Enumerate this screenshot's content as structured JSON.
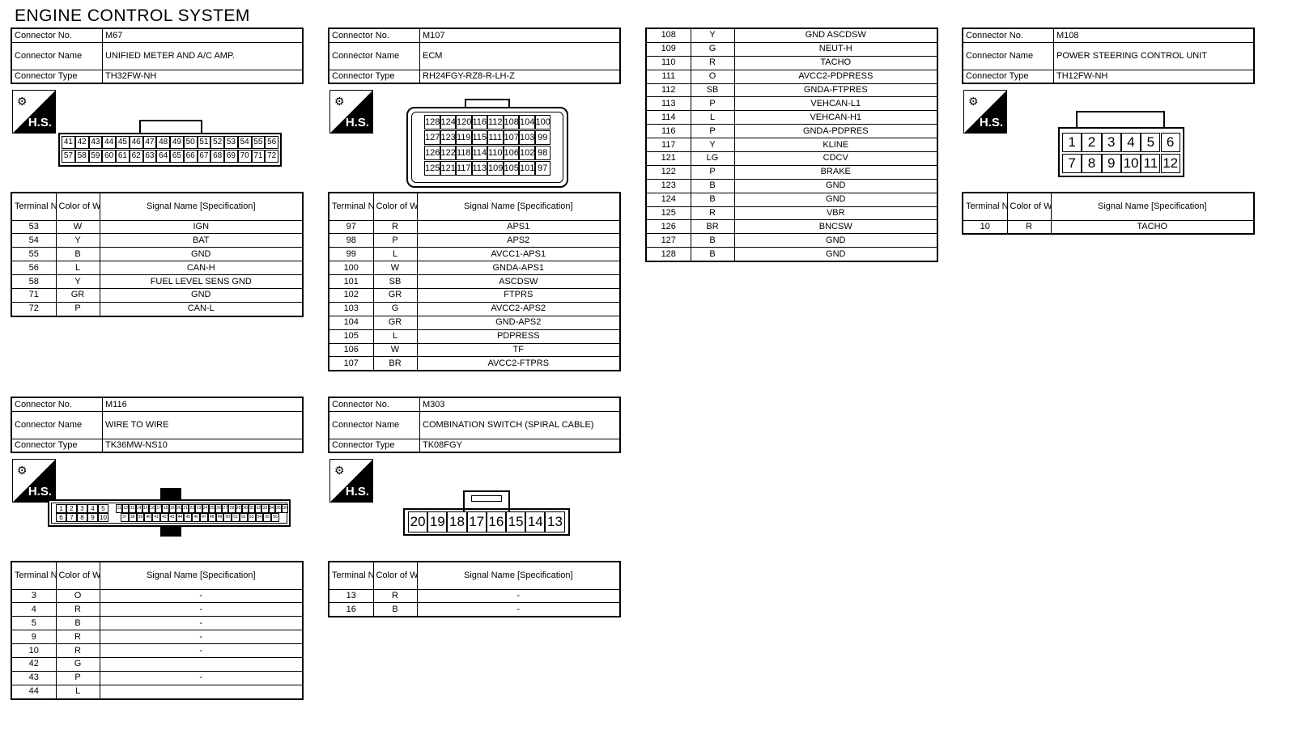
{
  "title": "ENGINE CONTROL SYSTEM",
  "labels": {
    "connector_no": "Connector No.",
    "connector_name": "Connector Name",
    "connector_type": "Connector Type",
    "terminal_no": "Terminal No.",
    "color_of_wire": "Color of Wire",
    "signal_name": "Signal Name [Specification]",
    "hs": "H.S."
  },
  "m67": {
    "no": "M67",
    "name": "UNIFIED METER AND A/C AMP.",
    "type": "TH32FW-NH",
    "pins_top": [
      "41",
      "42",
      "43",
      "44",
      "45",
      "46",
      "47",
      "48",
      "49",
      "50",
      "51",
      "52",
      "53",
      "54",
      "55",
      "56"
    ],
    "pins_bottom": [
      "57",
      "58",
      "59",
      "60",
      "61",
      "62",
      "63",
      "64",
      "65",
      "66",
      "67",
      "68",
      "69",
      "70",
      "71",
      "72"
    ],
    "rows": [
      [
        "53",
        "W",
        "IGN"
      ],
      [
        "54",
        "Y",
        "BAT"
      ],
      [
        "55",
        "B",
        "GND"
      ],
      [
        "56",
        "L",
        "CAN-H"
      ],
      [
        "58",
        "Y",
        "FUEL LEVEL SENS GND"
      ],
      [
        "71",
        "GR",
        "GND"
      ],
      [
        "72",
        "P",
        "CAN-L"
      ]
    ]
  },
  "m107": {
    "no": "M107",
    "name": "ECM",
    "type": "RH24FGY-RZ8-R-LH-Z",
    "pins": [
      [
        "128",
        "124",
        "120",
        "116",
        "112",
        "108",
        "104",
        "100"
      ],
      [
        "127",
        "123",
        "119",
        "115",
        "111",
        "107",
        "103",
        "99"
      ],
      [
        "126",
        "122",
        "118",
        "114",
        "110",
        "106",
        "102",
        "98"
      ],
      [
        "125",
        "121",
        "117",
        "113",
        "109",
        "105",
        "101",
        "97"
      ]
    ],
    "rows": [
      [
        "97",
        "R",
        "APS1"
      ],
      [
        "98",
        "P",
        "APS2"
      ],
      [
        "99",
        "L",
        "AVCC1-APS1"
      ],
      [
        "100",
        "W",
        "GNDA-APS1"
      ],
      [
        "101",
        "SB",
        "ASCDSW"
      ],
      [
        "102",
        "GR",
        "FTPRS"
      ],
      [
        "103",
        "G",
        "AVCC2-APS2"
      ],
      [
        "104",
        "GR",
        "GND-APS2"
      ],
      [
        "105",
        "L",
        "PDPRESS"
      ],
      [
        "106",
        "W",
        "TF"
      ],
      [
        "107",
        "BR",
        "AVCC2-FTPRS"
      ]
    ],
    "rows_cont": [
      [
        "108",
        "Y",
        "GND ASCDSW"
      ],
      [
        "109",
        "G",
        "NEUT-H"
      ],
      [
        "110",
        "R",
        "TACHO"
      ],
      [
        "111",
        "O",
        "AVCC2-PDPRESS"
      ],
      [
        "112",
        "SB",
        "GNDA-FTPRES"
      ],
      [
        "113",
        "P",
        "VEHCAN-L1"
      ],
      [
        "114",
        "L",
        "VEHCAN-H1"
      ],
      [
        "116",
        "P",
        "GNDA-PDPRES"
      ],
      [
        "117",
        "Y",
        "KLINE"
      ],
      [
        "121",
        "LG",
        "CDCV"
      ],
      [
        "122",
        "P",
        "BRAKE"
      ],
      [
        "123",
        "B",
        "GND"
      ],
      [
        "124",
        "B",
        "GND"
      ],
      [
        "125",
        "R",
        "VBR"
      ],
      [
        "126",
        "BR",
        "BNCSW"
      ],
      [
        "127",
        "B",
        "GND"
      ],
      [
        "128",
        "B",
        "GND"
      ]
    ]
  },
  "m108": {
    "no": "M108",
    "name": "POWER STEERING CONTROL UNIT",
    "type": "TH12FW-NH",
    "pins_top": [
      "1",
      "2",
      "3",
      "4",
      "5",
      "6"
    ],
    "pins_bottom": [
      "7",
      "8",
      "9",
      "10",
      "11",
      "12"
    ],
    "rows": [
      [
        "10",
        "R",
        "TACHO"
      ]
    ]
  },
  "m116": {
    "no": "M116",
    "name": "WIRE TO WIRE",
    "type": "TK36MW-NS10",
    "pins_top_left": [
      "1",
      "2",
      "3",
      "4",
      "5"
    ],
    "pins_bottom_left": [
      "6",
      "7",
      "8",
      "9",
      "10"
    ],
    "pins_top_right": [
      "11",
      "12",
      "13",
      "14",
      "15",
      "16",
      "17",
      "18",
      "19",
      "20",
      "21",
      "22",
      "23",
      "24",
      "25",
      "26",
      "27",
      "28",
      "29",
      "30",
      "31",
      "32",
      "33",
      "34",
      "35",
      "36"
    ],
    "pins_bottom_right": [
      "37",
      "38",
      "39",
      "40",
      "41",
      "42",
      "43",
      "44",
      "45",
      "46",
      "47",
      "48",
      "49",
      "50",
      "51",
      "52",
      "53",
      "54",
      "55",
      "56"
    ],
    "rows": [
      [
        "3",
        "O",
        "-"
      ],
      [
        "4",
        "R",
        "-"
      ],
      [
        "5",
        "B",
        "-"
      ],
      [
        "9",
        "R",
        "-"
      ],
      [
        "10",
        "R",
        "-"
      ],
      [
        "42",
        "G",
        ""
      ],
      [
        "43",
        "P",
        "-"
      ],
      [
        "44",
        "L",
        ""
      ]
    ]
  },
  "m303": {
    "no": "M303",
    "name": "COMBINATION SWITCH (SPIRAL CABLE)",
    "type": "TK08FGY",
    "pins": [
      "20",
      "19",
      "18",
      "17",
      "16",
      "15",
      "14",
      "13"
    ],
    "rows": [
      [
        "13",
        "R",
        "-"
      ],
      [
        "16",
        "B",
        "-"
      ]
    ]
  }
}
